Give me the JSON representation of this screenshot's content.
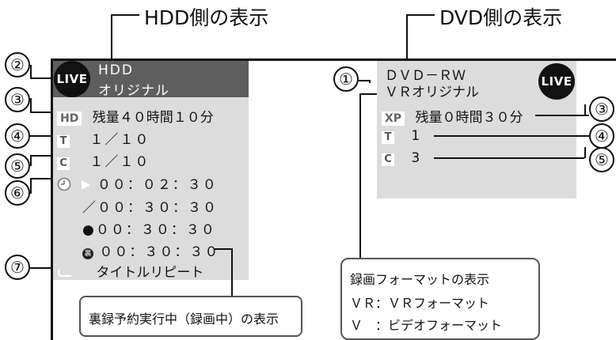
{
  "headings": {
    "hdd": "HDD側の表示",
    "dvd": "DVD側の表示"
  },
  "markers": [
    "②",
    "③",
    "④",
    "⑤",
    "⑥",
    "⑦",
    "①",
    "③",
    "④",
    "⑤"
  ],
  "hdd": {
    "live": "LIVE",
    "title1": "HDD",
    "title2": "オリジナル",
    "remain_tag": "HD",
    "remain": "残量４０時間１０分",
    "t_tag": "T",
    "title_count": "１／１０",
    "c_tag": "C",
    "chapter_count": "１／１０",
    "time_play": "００：０２：３０",
    "time_total": "／００：３０：３０",
    "time_rec": "●００：３０：３０",
    "time_ura": "００：３０：３０",
    "ura_icon": "裏",
    "repeat": "タイトルリピート"
  },
  "dvd": {
    "live": "LIVE",
    "title1": "ＤＶＤ－ＲＷ",
    "title2": "ＶＲオリジナル",
    "remain_tag": "XP",
    "remain": "残量０時間３０分",
    "t_tag": "T",
    "title_count": "1",
    "c_tag": "C",
    "chapter_count": "3"
  },
  "note_ura": "裏録予約実行中（録画中）の表示",
  "note_format": {
    "title": "録画フォーマットの表示",
    "line1": "ＶＲ：ＶＲフォーマット",
    "line2": "Ｖ　：ビデオフォーマット"
  },
  "colors": {
    "panel": "#dcdcdc",
    "header": "#5e5e5e",
    "live_badge": "#111111"
  }
}
